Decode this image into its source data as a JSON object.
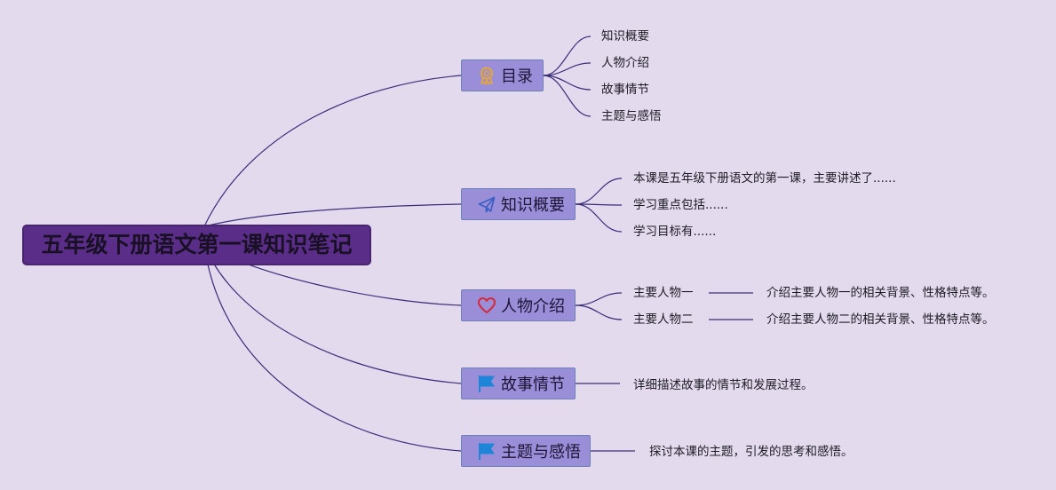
{
  "root": {
    "title": "五年级下册语文第一课知识笔记"
  },
  "branches": [
    {
      "id": "mulu",
      "label": "目录",
      "icon": "award-ribbon-icon",
      "icon_color": "#e3a53c",
      "children": [
        "知识概要",
        "人物介绍",
        "故事情节",
        "主题与感悟"
      ]
    },
    {
      "id": "gaiyao",
      "label": "知识概要",
      "icon": "paper-plane-icon",
      "icon_color": "#3c5fc4",
      "children": [
        "本课是五年级下册语文的第一课，主要讲述了......",
        "学习重点包括......",
        "学习目标有......"
      ]
    },
    {
      "id": "renwu",
      "label": "人物介绍",
      "icon": "heart-outline-icon",
      "icon_color": "#d42a3a",
      "children": [
        {
          "label": "主要人物一",
          "detail": "介绍主要人物一的相关背景、性格特点等。"
        },
        {
          "label": "主要人物二",
          "detail": "介绍主要人物二的相关背景、性格特点等。"
        }
      ]
    },
    {
      "id": "qingjie",
      "label": "故事情节",
      "icon": "flag-icon",
      "icon_color": "#1e86d8",
      "children": [
        "详细描述故事的情节和发展过程。"
      ]
    },
    {
      "id": "zhuti",
      "label": "主题与感悟",
      "icon": "flag-icon",
      "icon_color": "#1e86d8",
      "children": [
        "探讨本课的主题，引发的思考和感悟。"
      ]
    }
  ],
  "colors": {
    "background": "#e3daee",
    "root_fill": "#5a2e88",
    "branch_fill": "#9a8ed8",
    "connector": "#3b2d7a"
  }
}
